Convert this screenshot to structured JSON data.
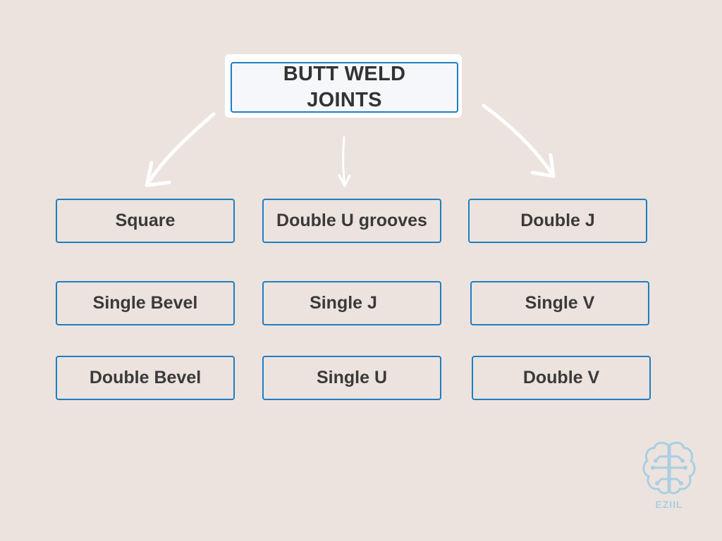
{
  "title": {
    "line1": "BUTT WELD",
    "line2": "JOINTS"
  },
  "joint_types": [
    {
      "label": "Square"
    },
    {
      "label": "Double U grooves"
    },
    {
      "label": "Double J"
    },
    {
      "label": "Single Bevel"
    },
    {
      "label": "Single J"
    },
    {
      "label": "Single V"
    },
    {
      "label": "Double Bevel"
    },
    {
      "label": "Single U"
    },
    {
      "label": "Double V"
    }
  ],
  "logo": {
    "text": "EZIIL",
    "icon": "brain-circuit-icon"
  },
  "colors": {
    "background": "#ece3de",
    "box_border": "#1e7ec1",
    "text": "#3a3a3a",
    "arrow": "#ffffff",
    "logo": "#a9cfe2"
  }
}
